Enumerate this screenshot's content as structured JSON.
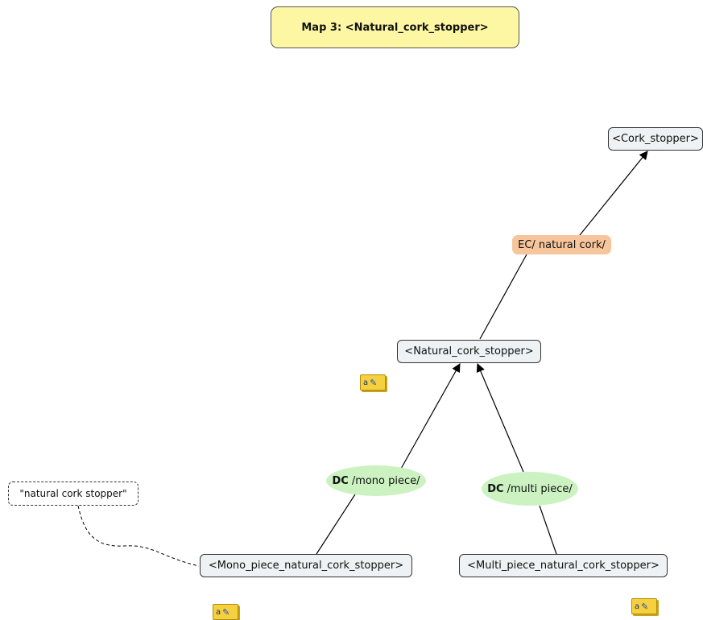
{
  "title": "Map 3: <Natural_cork_stopper>",
  "concepts": {
    "cork_stopper": "<Cork_stopper>",
    "natural_cork_stopper": "<Natural_cork_stopper>",
    "mono_piece": "<Mono_piece_natural_cork_stopper>",
    "multi_piece": "<Multi_piece_natural_cork_stopper>"
  },
  "term": "\"natural cork stopper\"",
  "links": {
    "ec": "EC/ natural cork/",
    "dc_prefix": "DC",
    "mono_piece": "/mono piece/",
    "multi_piece": "/multi piece/"
  },
  "note_icon_glyph": "a",
  "icons": [
    "note-icon",
    "note-icon",
    "note-icon"
  ],
  "colors": {
    "title_fill": "#fdf7a3",
    "concept_fill": "#eef2f4",
    "ec_link_fill": "#f7c59b",
    "dc_link_fill": "#ccf2c2",
    "note_fill": "#f6d13f"
  }
}
